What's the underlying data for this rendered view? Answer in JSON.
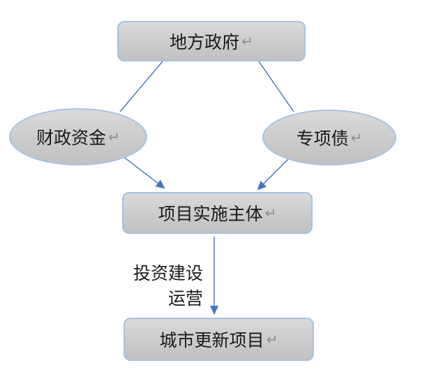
{
  "diagram": {
    "type": "flowchart",
    "colors": {
      "background": "#ffffff",
      "accent_blue": "#4472c4",
      "node_border": "#a6c3e2",
      "node_fill_top": "#dadada",
      "node_fill_bottom": "#c1c1c1",
      "text": "#1a1a1a",
      "return_mark": "#8f8f8f"
    },
    "nodes": {
      "local_government": {
        "label": "地方政府",
        "mark": "↵"
      },
      "fiscal_funds": {
        "label": "财政资金",
        "mark": "↵"
      },
      "special_bonds": {
        "label": "专项债",
        "mark": "↵"
      },
      "implementation_entity": {
        "label": "项目实施主体",
        "mark": "↵"
      },
      "urban_renewal_project": {
        "label": "城市更新项目",
        "mark": "↵"
      }
    },
    "edge_label": {
      "line1": "投资建设",
      "line2": "运营"
    },
    "edges": [
      {
        "from": "地方政府",
        "to": "财政资金",
        "arrowhead": false
      },
      {
        "from": "地方政府",
        "to": "专项债",
        "arrowhead": false
      },
      {
        "from": "财政资金",
        "to": "项目实施主体",
        "arrowhead": true
      },
      {
        "from": "专项债",
        "to": "项目实施主体",
        "arrowhead": true
      },
      {
        "from": "项目实施主体",
        "to": "城市更新项目",
        "arrowhead": true,
        "label": "投资建设 运营"
      }
    ]
  }
}
